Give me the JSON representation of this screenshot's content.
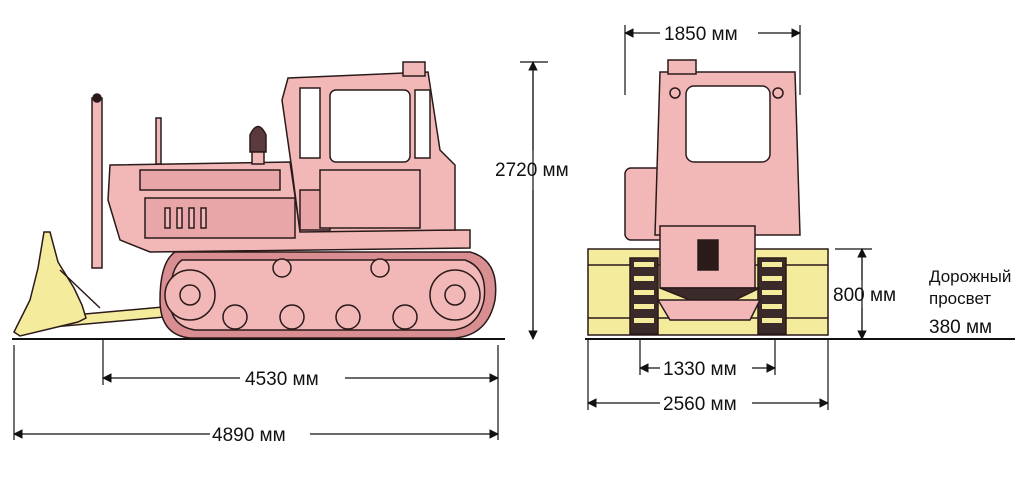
{
  "diagram": {
    "dimensions": {
      "height": "2720 мм",
      "track_length": "4530 мм",
      "overall_length": "4890 мм",
      "cab_width": "1850 мм",
      "blade_height": "800 мм",
      "track_gauge": "1330 мм",
      "blade_width": "2560 мм"
    },
    "ground_clearance": {
      "label_line1": "Дорожный",
      "label_line2": "просвет",
      "value": "380 мм"
    }
  },
  "colors": {
    "body": "#f2b8b8",
    "body_dark": "#d98f92",
    "blade": "#f5eb9c",
    "outline": "#2a1a1a",
    "dim_line": "#111111"
  }
}
